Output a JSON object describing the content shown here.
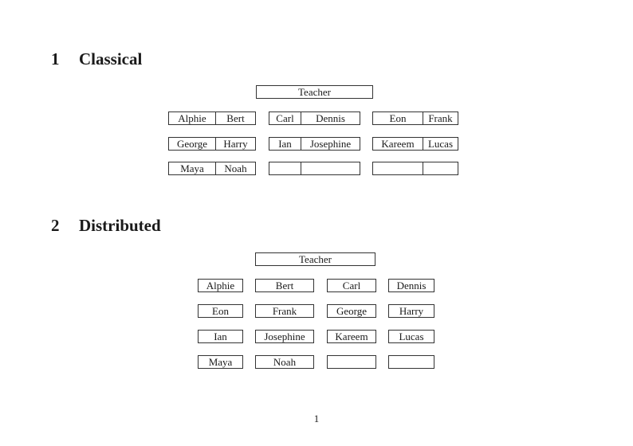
{
  "document": {
    "colors": {
      "text": "#1a1a1a",
      "border": "#333333",
      "background": "#ffffff"
    },
    "sections": {
      "classical": {
        "number": "1",
        "title": "Classical",
        "teacher_label": "Teacher",
        "rows": [
          {
            "desks": [
              {
                "left": "Alphie",
                "right": "Bert"
              },
              {
                "left": "Carl",
                "right": "Dennis"
              },
              {
                "left": "Eon",
                "right": "Frank"
              }
            ]
          },
          {
            "desks": [
              {
                "left": "George",
                "right": "Harry"
              },
              {
                "left": "Ian",
                "right": "Josephine"
              },
              {
                "left": "Kareem",
                "right": "Lucas"
              }
            ]
          },
          {
            "desks": [
              {
                "left": "Maya",
                "right": "Noah"
              },
              {
                "left": "",
                "right": ""
              },
              {
                "left": "",
                "right": ""
              }
            ]
          }
        ]
      },
      "distributed": {
        "number": "2",
        "title": "Distributed",
        "teacher_label": "Teacher",
        "rows": [
          {
            "desks": [
              "Alphie",
              "Bert",
              "Carl",
              "Dennis"
            ]
          },
          {
            "desks": [
              "Eon",
              "Frank",
              "George",
              "Harry"
            ]
          },
          {
            "desks": [
              "Ian",
              "Josephine",
              "Kareem",
              "Lucas"
            ]
          },
          {
            "desks": [
              "Maya",
              "Noah",
              "",
              ""
            ]
          }
        ]
      }
    },
    "footer": {
      "page_number": "1"
    }
  }
}
